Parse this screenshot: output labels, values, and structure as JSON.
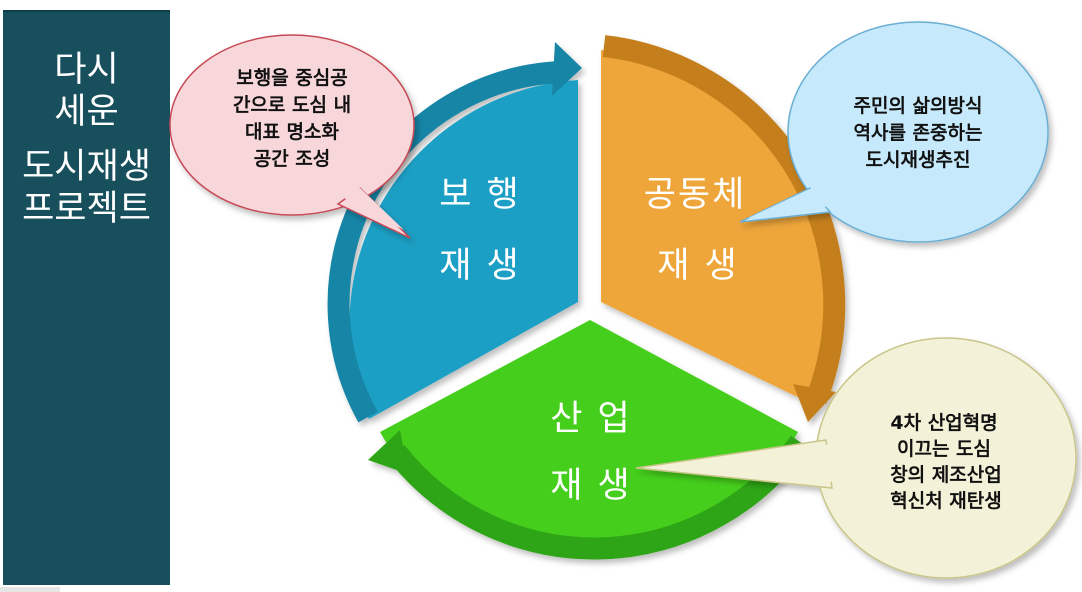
{
  "sidebar": {
    "lines": [
      "다시",
      "세운",
      "도시재생",
      "프로젝트"
    ]
  },
  "segments": [
    {
      "key": "walk",
      "lines": [
        "보 행",
        "재 생"
      ],
      "color": "#1f9fc4"
    },
    {
      "key": "community",
      "lines": [
        "공동체",
        "재 생"
      ],
      "color": "#eea63a"
    },
    {
      "key": "industry",
      "lines": [
        "산 업",
        "재 생"
      ],
      "color": "#44cf1d"
    }
  ],
  "bubbles": [
    {
      "key": "walk",
      "lines": [
        "보행을 중심공",
        "간으로 도심 내",
        "대표 명소화",
        "공간 조성"
      ],
      "color": "#f8d7db"
    },
    {
      "key": "community",
      "lines": [
        "주민의 삶의방식",
        "역사를 존중하는",
        "도시재생추진"
      ],
      "color": "#c6e9fb"
    },
    {
      "key": "industry",
      "lines": [
        "4차 산업혁명",
        "이끄는 도심",
        "창의 제조산업",
        "혁신처 재탄생"
      ],
      "color": "#f3f2d8"
    }
  ]
}
